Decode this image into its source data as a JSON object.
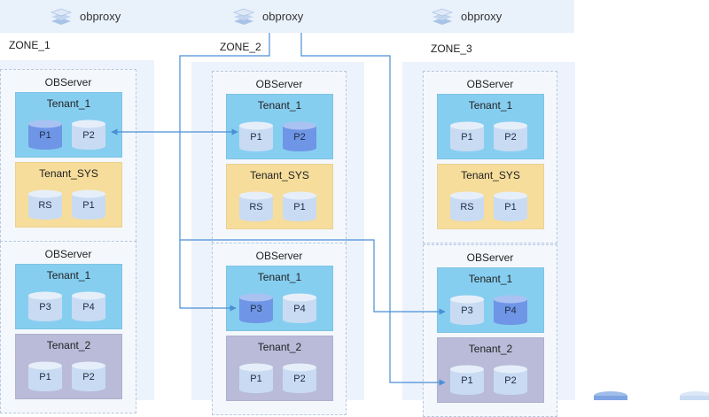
{
  "proxies": [
    {
      "label": "obproxy",
      "icon": "database-stack-icon"
    },
    {
      "label": "obproxy",
      "icon": "database-stack-icon"
    },
    {
      "label": "obproxy",
      "icon": "database-stack-icon"
    }
  ],
  "zones": [
    {
      "label": "ZONE_1",
      "servers": [
        {
          "title": "OBServer",
          "tenants": [
            {
              "name": "Tenant_1",
              "color": "blue",
              "partitions": [
                {
                  "label": "P1",
                  "leader": true
                },
                {
                  "label": "P2",
                  "leader": false
                }
              ]
            },
            {
              "name": "Tenant_SYS",
              "color": "yellow",
              "partitions": [
                {
                  "label": "RS",
                  "leader": false
                },
                {
                  "label": "P1",
                  "leader": false
                }
              ]
            }
          ]
        },
        {
          "title": "OBServer",
          "tenants": [
            {
              "name": "Tenant_1",
              "color": "blue",
              "partitions": [
                {
                  "label": "P3",
                  "leader": false
                },
                {
                  "label": "P4",
                  "leader": false
                }
              ]
            },
            {
              "name": "Tenant_2",
              "color": "purple",
              "partitions": [
                {
                  "label": "P1",
                  "leader": false
                },
                {
                  "label": "P2",
                  "leader": false
                }
              ]
            }
          ]
        }
      ]
    },
    {
      "label": "ZONE_2",
      "servers": [
        {
          "title": "OBServer",
          "tenants": [
            {
              "name": "Tenant_1",
              "color": "blue",
              "partitions": [
                {
                  "label": "P1",
                  "leader": false
                },
                {
                  "label": "P2",
                  "leader": true
                }
              ]
            },
            {
              "name": "Tenant_SYS",
              "color": "yellow",
              "partitions": [
                {
                  "label": "RS",
                  "leader": false
                },
                {
                  "label": "P1",
                  "leader": false
                }
              ]
            }
          ]
        },
        {
          "title": "OBServer",
          "tenants": [
            {
              "name": "Tenant_1",
              "color": "blue",
              "partitions": [
                {
                  "label": "P3",
                  "leader": true
                },
                {
                  "label": "P4",
                  "leader": false
                }
              ]
            },
            {
              "name": "Tenant_2",
              "color": "purple",
              "partitions": [
                {
                  "label": "P1",
                  "leader": false
                },
                {
                  "label": "P2",
                  "leader": false
                }
              ]
            }
          ]
        }
      ]
    },
    {
      "label": "ZONE_3",
      "servers": [
        {
          "title": "OBServer",
          "tenants": [
            {
              "name": "Tenant_1",
              "color": "blue",
              "partitions": [
                {
                  "label": "P1",
                  "leader": false
                },
                {
                  "label": "P2",
                  "leader": false
                }
              ]
            },
            {
              "name": "Tenant_SYS",
              "color": "yellow",
              "partitions": [
                {
                  "label": "RS",
                  "leader": false
                },
                {
                  "label": "P1",
                  "leader": false
                }
              ]
            }
          ]
        },
        {
          "title": "OBServer",
          "tenants": [
            {
              "name": "Tenant_1",
              "color": "blue",
              "partitions": [
                {
                  "label": "P3",
                  "leader": false
                },
                {
                  "label": "P4",
                  "leader": true
                }
              ]
            },
            {
              "name": "Tenant_2",
              "color": "purple",
              "partitions": [
                {
                  "label": "P1",
                  "leader": false
                },
                {
                  "label": "P2",
                  "leader": false
                }
              ]
            }
          ]
        }
      ]
    }
  ],
  "colors": {
    "arrow": "#4a8fd6",
    "cylinder_leader": "#6f95e6",
    "cylinder_leader_top": "#a9c2f2",
    "cylinder_follower": "#c8dbf3",
    "cylinder_follower_top": "#e6eff9",
    "tenant_blue": "#86cef0",
    "tenant_yellow": "#f6dd9b",
    "tenant_purple": "#b9bbd9"
  }
}
